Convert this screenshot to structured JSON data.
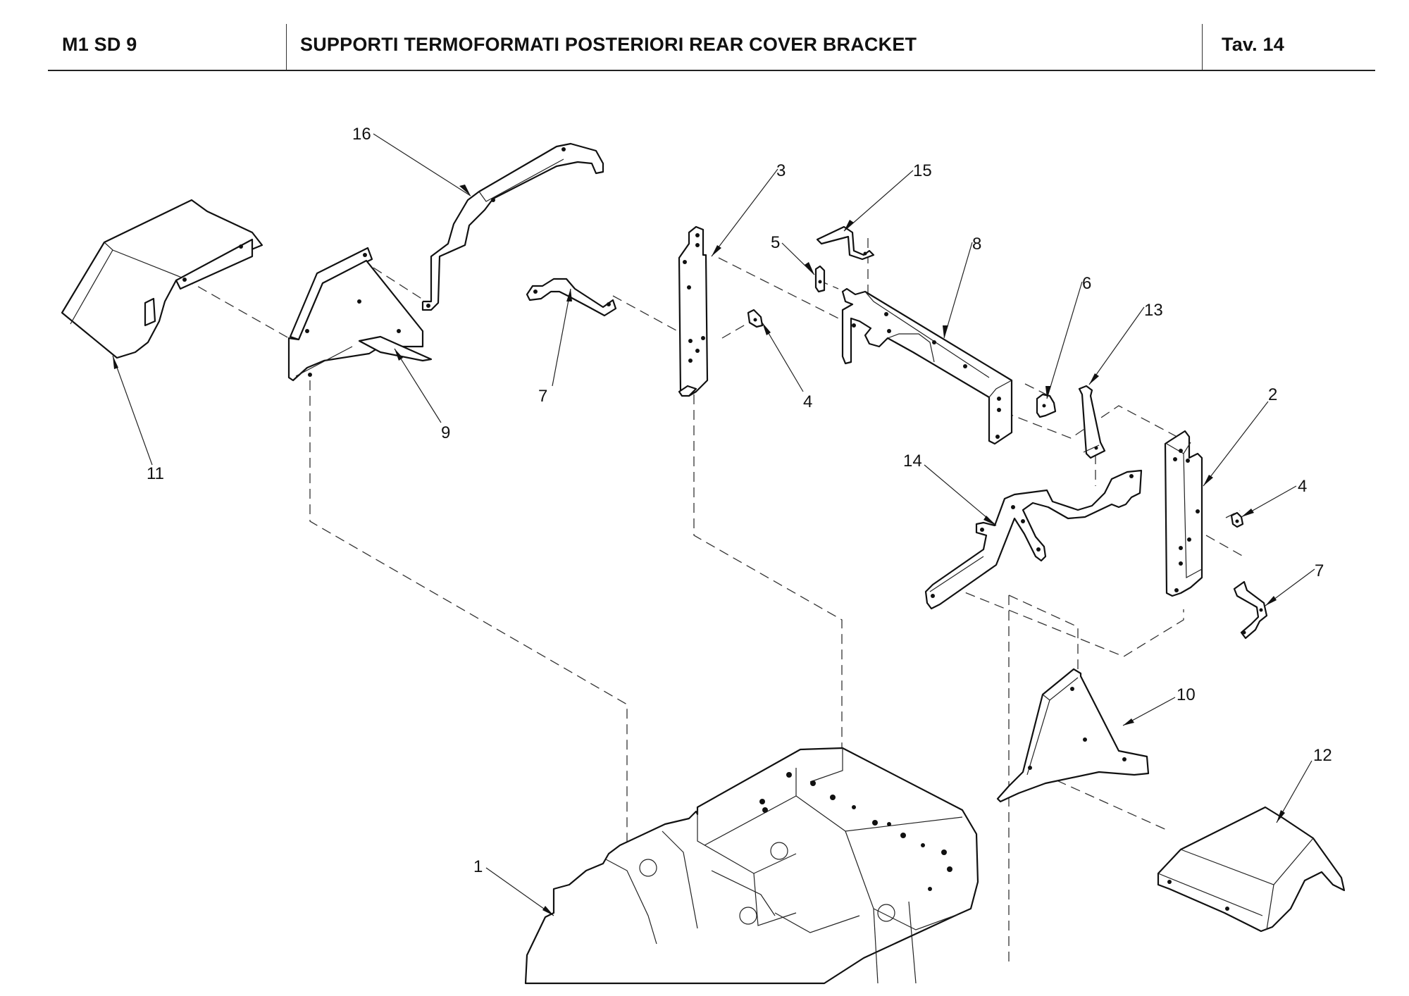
{
  "header": {
    "code": "M1 SD 9",
    "title": "SUPPORTI TERMOFORMATI POSTERIORI REAR COVER BRACKET",
    "sheet": "Tav.  14"
  },
  "callouts": {
    "c1": "1",
    "c2": "2",
    "c3": "3",
    "c4a": "4",
    "c4b": "4",
    "c5": "5",
    "c6": "6",
    "c7a": "7",
    "c7b": "7",
    "c8": "8",
    "c9": "9",
    "c10": "10",
    "c11": "11",
    "c12": "12",
    "c13": "13",
    "c14": "14",
    "c15": "15",
    "c16": "16"
  },
  "parts": [
    {
      "ref": "1",
      "name": "frame"
    },
    {
      "ref": "2",
      "name": "right-vertical-bracket"
    },
    {
      "ref": "3",
      "name": "left-vertical-bracket"
    },
    {
      "ref": "4",
      "name": "small-clip"
    },
    {
      "ref": "5",
      "name": "small-clip-tab"
    },
    {
      "ref": "6",
      "name": "u-clip"
    },
    {
      "ref": "7",
      "name": "z-bracket"
    },
    {
      "ref": "8",
      "name": "cross-member"
    },
    {
      "ref": "9",
      "name": "left-gusset-plate"
    },
    {
      "ref": "10",
      "name": "right-gusset-plate"
    },
    {
      "ref": "11",
      "name": "left-rear-cover"
    },
    {
      "ref": "12",
      "name": "right-rear-cover"
    },
    {
      "ref": "13",
      "name": "tapered-strut"
    },
    {
      "ref": "14",
      "name": "right-support-arm"
    },
    {
      "ref": "15",
      "name": "bent-clip"
    },
    {
      "ref": "16",
      "name": "left-support-arm"
    }
  ]
}
